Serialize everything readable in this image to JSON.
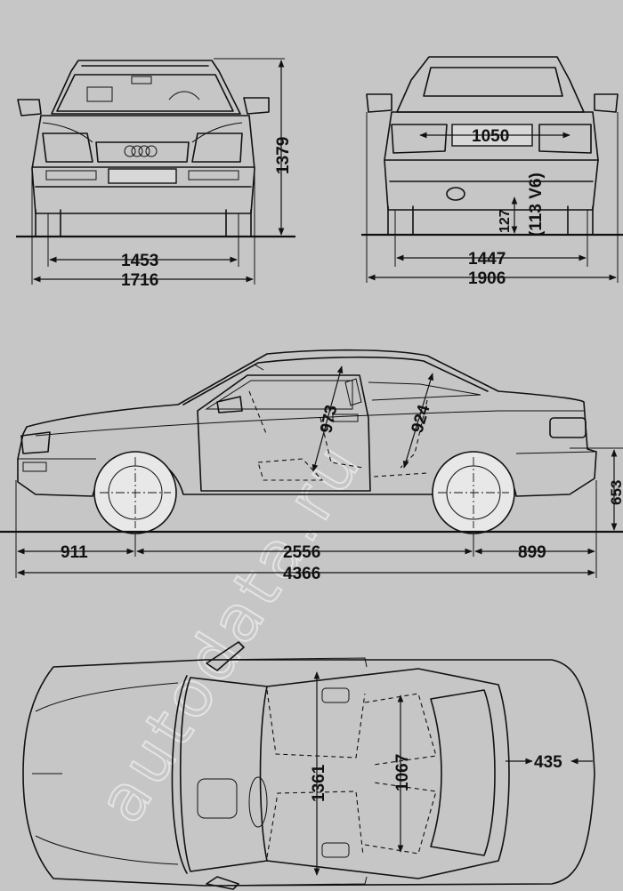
{
  "watermark": "autodata.ru",
  "front_view": {
    "height": "1379",
    "track": "1453",
    "width": "1716"
  },
  "rear_view": {
    "plate_width": "1050",
    "ground_clearance": "127",
    "ground_clearance_note": "(113 V6)",
    "track": "1447",
    "width_mirrors": "1906"
  },
  "side_view": {
    "front_headroom": "973",
    "rear_headroom": "924",
    "sill_height": "653",
    "front_overhang": "911",
    "wheelbase": "2556",
    "rear_overhang": "899",
    "length": "4366"
  },
  "top_view": {
    "front_width": "1361",
    "rear_width": "1067",
    "trunk_depth": "435"
  }
}
